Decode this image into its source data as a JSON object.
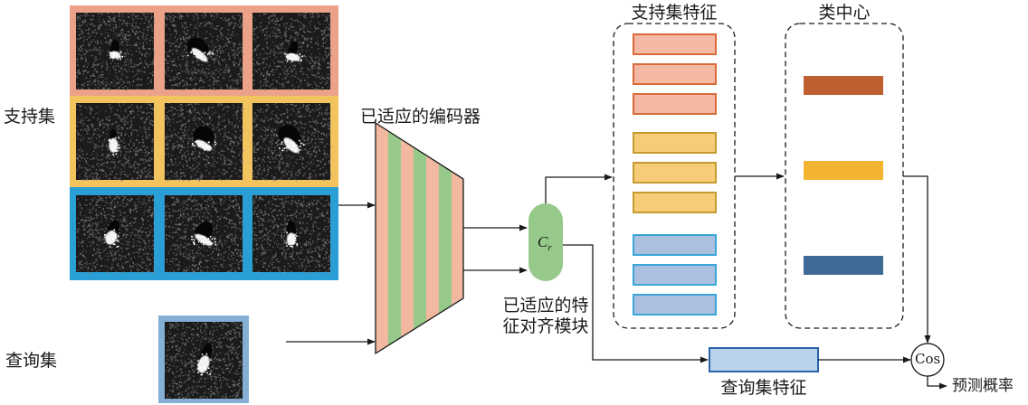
{
  "labels": {
    "support_set": "支持集",
    "query_set": "查询集",
    "encoder": "已适应的编码器",
    "align_module_line1": "已适应的特",
    "align_module_line2": "征对齐模块",
    "support_features": "支持集特征",
    "class_centers": "类中心",
    "query_features": "查询集特征",
    "cos": "Cos",
    "prediction": "预测概率",
    "cr_main": "C",
    "cr_sub": "r"
  },
  "colors": {
    "class1_frame": "#eba289",
    "class2_frame": "#f3c35e",
    "class3_frame": "#2a9fd6",
    "query_frame": "#86afd6",
    "stripe_salmon": "#f2b8a0",
    "stripe_green": "#96c98a",
    "align_module": "#96c98a",
    "feat1_fill": "#f4b9a3",
    "feat1_border": "#d96a3a",
    "feat2_fill": "#f7cc78",
    "feat2_border": "#c59a2e",
    "feat3_fill": "#aac0de",
    "feat3_border": "#3aa6d8",
    "center1": "#bd5f2f",
    "center2": "#f2b431",
    "center3": "#3f6a95",
    "query_feat_fill": "#b8d3ea",
    "query_feat_border": "#2b63ad"
  }
}
